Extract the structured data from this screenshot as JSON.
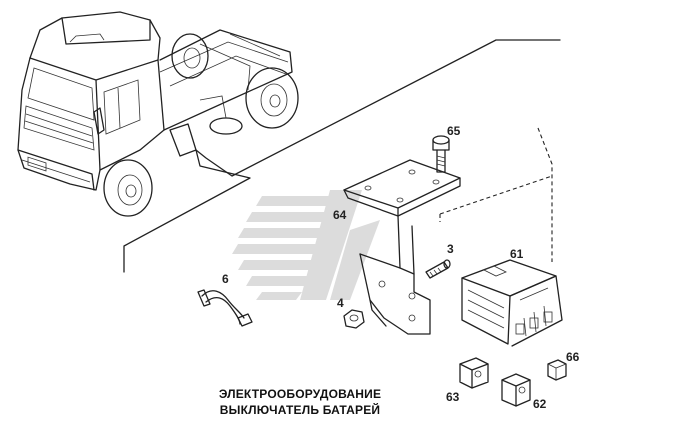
{
  "caption": {
    "line1": "ЭЛЕКТРООБОРУДОВАНИЕ",
    "line2": "ВЫКЛЮЧАТЕЛЬ БАТАРЕЙ"
  },
  "callouts": {
    "p65": "65",
    "p64": "64",
    "p3": "3",
    "p61": "61",
    "p6": "6",
    "p4": "4",
    "p66": "66",
    "p63": "63",
    "p62": "62"
  },
  "colors": {
    "line": "#222222",
    "watermark": "#d7d7d7"
  },
  "icons": {
    "watermark": "stylized-chevron-logo-watermark"
  }
}
